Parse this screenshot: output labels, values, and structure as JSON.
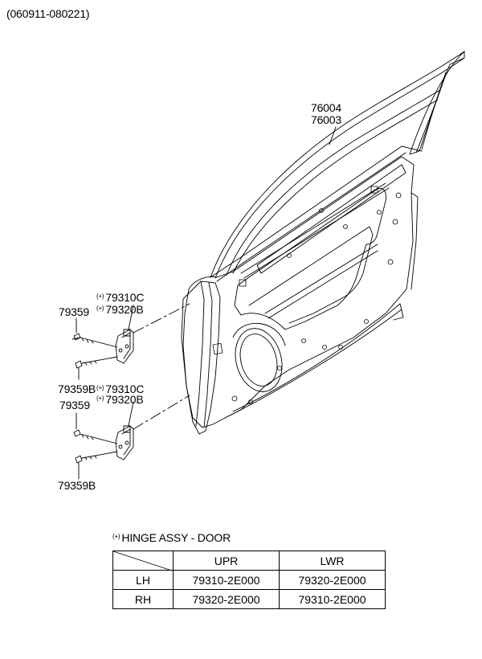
{
  "header": {
    "date_range": "(060911-080221)"
  },
  "callouts": {
    "door_lh": "76004",
    "door_rh": "76003",
    "upper_hinge_a": "79310C",
    "upper_hinge_a_mark": "(+)",
    "upper_hinge_b": "79320B",
    "upper_hinge_b_mark": "(+)",
    "upper_bolt": "79359",
    "upper_bolt_b": "79359B",
    "lower_hinge_a": "79310C",
    "lower_hinge_a_mark": "(+)",
    "lower_hinge_b": "79320B",
    "lower_hinge_b_mark": "(+)",
    "lower_bolt": "79359",
    "lower_bolt_b": "79359B"
  },
  "legend": {
    "mark": "(+)",
    "title": "HINGE ASSY - DOOR"
  },
  "table": {
    "headers": [
      "",
      "UPR",
      "LWR"
    ],
    "rows": [
      {
        "side": "LH",
        "upr": "79310-2E000",
        "lwr": "79320-2E000"
      },
      {
        "side": "RH",
        "upr": "79320-2E000",
        "lwr": "79310-2E000"
      }
    ]
  }
}
